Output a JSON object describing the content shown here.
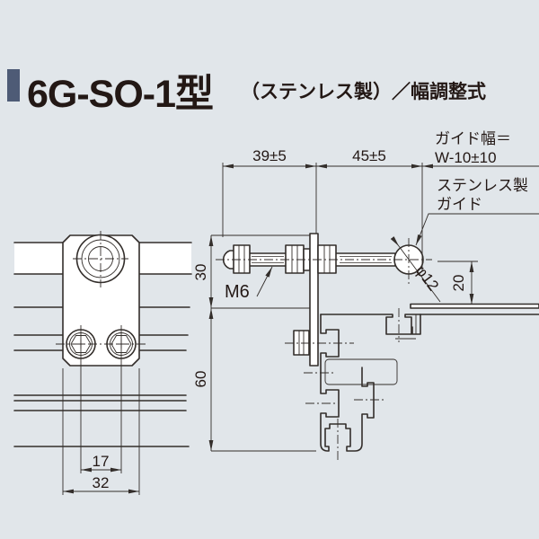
{
  "header": {
    "title": "6G-SO-1型",
    "subtitle": "（ステンレス製）／幅調整式"
  },
  "colors": {
    "background": "#e1e6ea",
    "accent_bar": "#4e5b76",
    "line": "#332e2b",
    "text": "#231815",
    "part_fill": "#ffffff"
  },
  "drawing": {
    "top_dims": {
      "left": "39±5",
      "right": "45±5"
    },
    "guide_width_label": {
      "line1": "ガイド幅＝",
      "line2": "W-10±10"
    },
    "stainless_guide_label": {
      "line1": "ステンレス製",
      "line2": "ガイド"
    },
    "thread_label": "M6",
    "plate_height": "30",
    "frame_height": "60",
    "hole_pitch": "17",
    "plate_width": "32",
    "guide_diameter": "φ12",
    "guide_height": "20"
  }
}
